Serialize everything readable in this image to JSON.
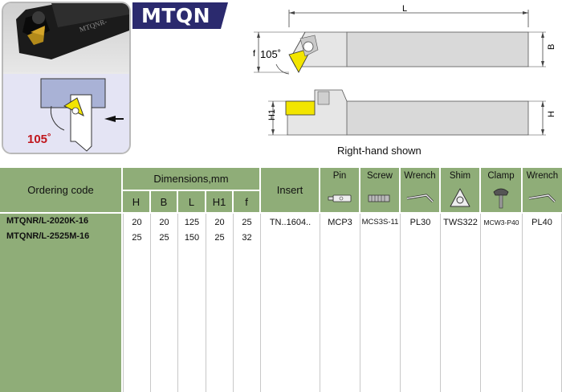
{
  "header": {
    "series_code": "MTQN",
    "photo_toolholder_marking": "MTQNR-",
    "photo_angle_label": "105˚"
  },
  "drawing": {
    "length_label": "L",
    "width_label": "B",
    "f_label": "f",
    "angle_label": "105˚",
    "h1_label": "H1",
    "h_label": "H",
    "caption": "Right-hand shown"
  },
  "table": {
    "ordering_code_header": "Ordering code",
    "dimensions_header": "Dimensions,mm",
    "dimension_columns": [
      "H",
      "B",
      "L",
      "H1",
      "f"
    ],
    "insert_header": "Insert",
    "part_headers": [
      "Pin",
      "Screw",
      "Wrench",
      "Shim",
      "Clamp",
      "Wrench"
    ],
    "part_icons": [
      "pin-icon",
      "screw-icon",
      "wrench-icon",
      "shim-icon",
      "clamp-icon",
      "wrench-icon"
    ],
    "rows": [
      {
        "code": "MTQNR/L-2020K-16",
        "dims": [
          "20",
          "20",
          "125",
          "20",
          "25"
        ]
      },
      {
        "code": "MTQNR/L-2525M-16",
        "dims": [
          "25",
          "25",
          "150",
          "25",
          "32"
        ]
      }
    ],
    "parts_values": {
      "insert": "TN..1604..",
      "pin": "MCP3",
      "screw": "MCS3S-11",
      "wrench1": "PL30",
      "shim": "TWS322",
      "clamp": "MCW3-P40",
      "wrench2": "PL40"
    }
  },
  "colors": {
    "header_green": "#8fad78",
    "title_purple": "#2b2a6e",
    "insert_yellow": "#f2e500",
    "angle_red": "#c0161c"
  }
}
